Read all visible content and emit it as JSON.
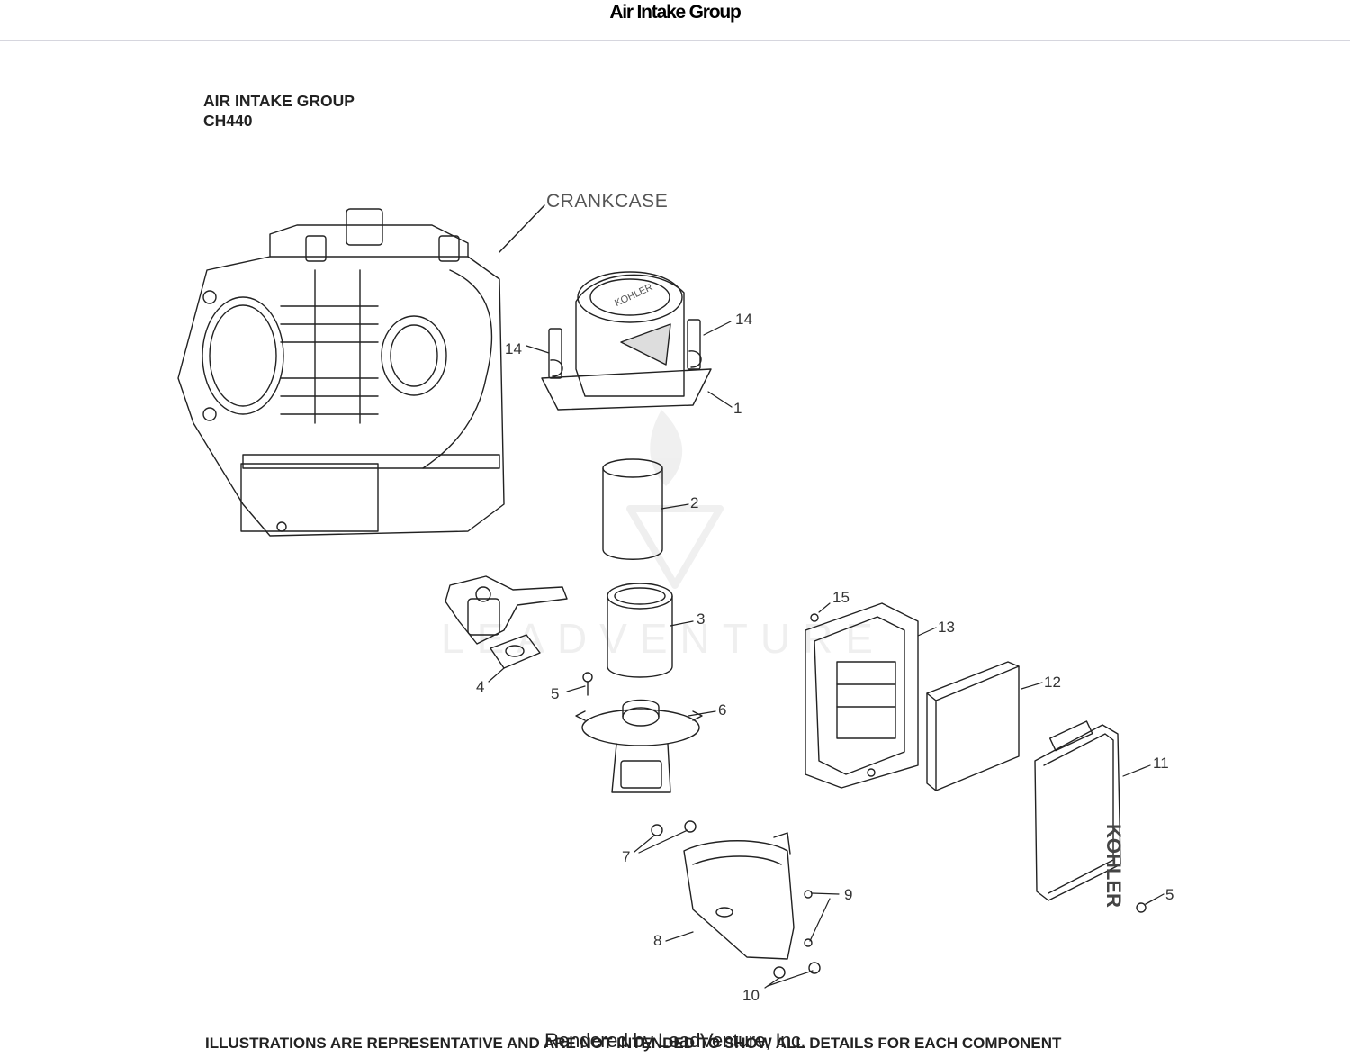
{
  "page": {
    "title": "Air Intake Group"
  },
  "diagram": {
    "heading_line1": "AIR INTAKE GROUP",
    "heading_line2": "CH440",
    "reference_label": "CRANKCASE",
    "watermark": "LEADVENTURE",
    "brand_marks": [
      "KOHLER",
      "KOHLER"
    ],
    "callouts": [
      "1",
      "2",
      "3",
      "4",
      "5",
      "5",
      "6",
      "7",
      "8",
      "9",
      "10",
      "11",
      "12",
      "13",
      "14",
      "14",
      "15"
    ]
  },
  "footer": {
    "disclaimer": "ILLUSTRATIONS ARE REPRESENTATIVE AND ARE NOT INTENDED TO SHOW ALL DETAILS FOR EACH COMPONENT",
    "rendered_by": "Rendered by LeadVenture, Inc."
  }
}
